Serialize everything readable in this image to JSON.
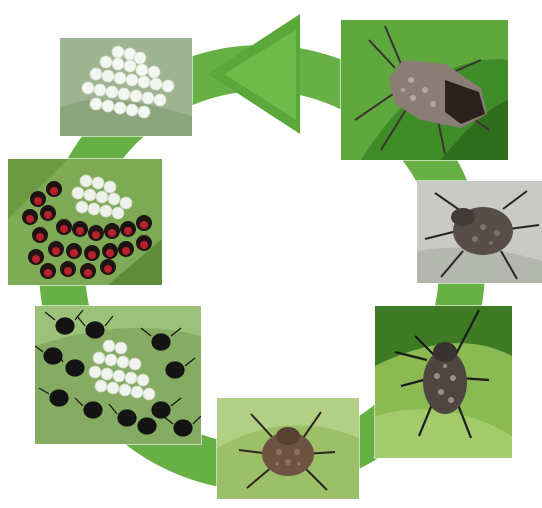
{
  "diagram": {
    "type": "life-cycle",
    "ring_color": "#67b045",
    "stages": [
      {
        "id": "eggs",
        "icon": "egg-cluster-photo",
        "bg": "#9fb592"
      },
      {
        "id": "first-instar-on-eggs",
        "icon": "hatchling-cluster-photo",
        "bg": "#7faa55"
      },
      {
        "id": "second-instar",
        "icon": "young-nymph-cluster-photo",
        "bg": "#86ac63"
      },
      {
        "id": "third-instar",
        "icon": "nymph-photo",
        "bg": "#9cc067"
      },
      {
        "id": "fourth-instar",
        "icon": "nymph-photo",
        "bg": "#8cba52"
      },
      {
        "id": "fifth-instar",
        "icon": "nymph-photo",
        "bg": "#c9cac6"
      },
      {
        "id": "adult",
        "icon": "adult-stink-bug-photo",
        "bg": "#3f8d28"
      }
    ]
  }
}
